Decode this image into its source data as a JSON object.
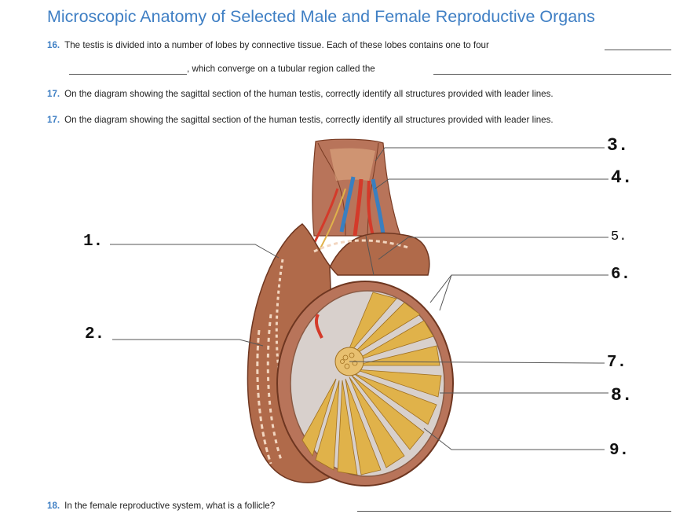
{
  "title": "Microscopic Anatomy of Selected Male and Female Reproductive Organs",
  "questions": [
    {
      "num": "16.",
      "line1": "The testis is divided into a number of lobes by connective tissue. Each of these lobes contains one to four",
      "line2": ", which converge on a tubular region called the"
    },
    {
      "num": "17.",
      "text": "On the diagram showing the sagittal section of the human testis, correctly identify all structures provided with leader lines."
    },
    {
      "num": "17.",
      "text": "On the diagram showing the sagittal section of the human testis, correctly identify all structures provided with leader lines."
    },
    {
      "num": "18.",
      "text": "In the female reproductive system, what is a follicle?"
    }
  ],
  "labels": [
    "1.",
    "2.",
    "3.",
    "4.",
    "5.",
    "6.",
    "7.",
    "8.",
    "9."
  ],
  "colors": {
    "heading": "#3f7fc4",
    "tunica": "#a7593a",
    "epididymis": "#c07a54",
    "lobule_tubules": "#e0b24a",
    "interior": "#d8d0cc",
    "artery": "#d43a2a",
    "vein": "#3a7fc0"
  }
}
